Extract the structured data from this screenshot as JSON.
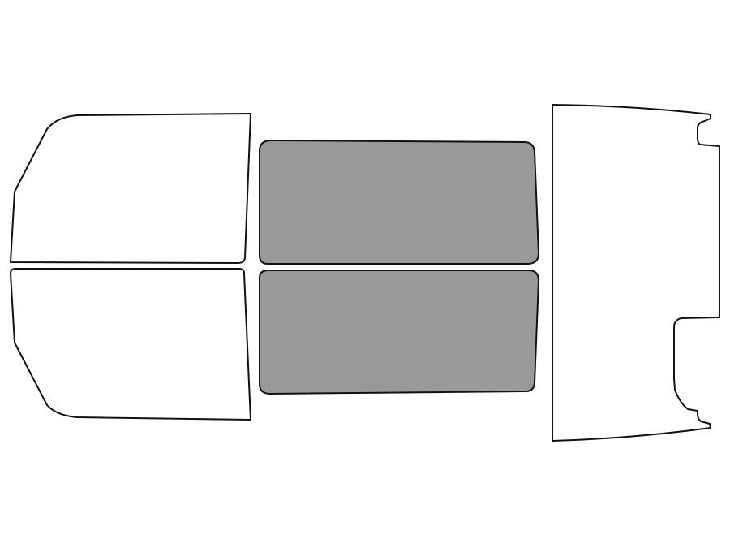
{
  "colors": {
    "background": "#ffffff",
    "outline": "#111111",
    "unshaded_fill": "#ffffff",
    "shaded_fill": "#999999"
  },
  "panels": [
    {
      "id": "front-driver-window",
      "shaded": false
    },
    {
      "id": "front-passenger-window",
      "shaded": false
    },
    {
      "id": "rear-driver-window",
      "shaded": true
    },
    {
      "id": "rear-passenger-window",
      "shaded": true
    },
    {
      "id": "back-windshield",
      "shaded": false
    }
  ]
}
